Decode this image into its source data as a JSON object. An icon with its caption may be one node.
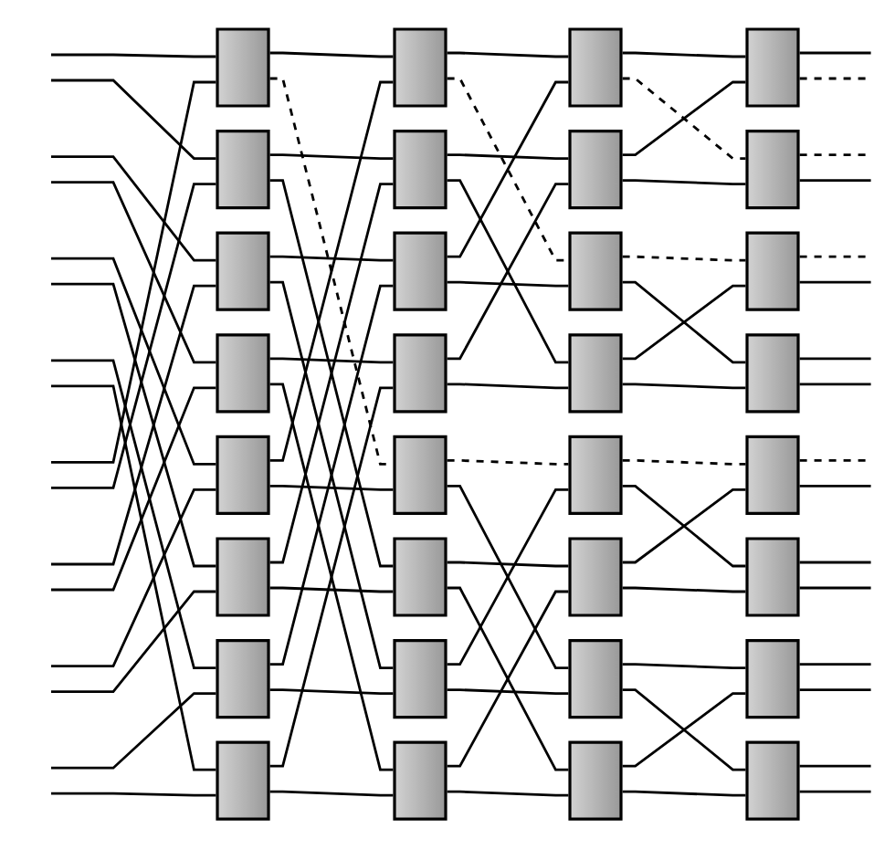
{
  "diagram": {
    "nodes": [
      {
        "text": [],
        "shape": "box"
      },
      {
        "text": [],
        "shape": "box"
      },
      {
        "text": [],
        "shape": "box"
      },
      {
        "text": [],
        "shape": "box"
      },
      {
        "text": [],
        "shape": "box"
      },
      {
        "text": [],
        "shape": "box"
      },
      {
        "text": [],
        "shape": "box"
      },
      {
        "text": [],
        "shape": "box"
      },
      {
        "text": [],
        "shape": "box"
      },
      {
        "text": [],
        "shape": "box"
      },
      {
        "text": [],
        "shape": "box"
      },
      {
        "text": [],
        "shape": "box"
      },
      {
        "text": [],
        "shape": "box"
      },
      {
        "text": [],
        "shape": "box"
      },
      {
        "text": [],
        "shape": "box"
      },
      {
        "text": [],
        "shape": "box"
      },
      {
        "text": [],
        "shape": "box"
      },
      {
        "text": [],
        "shape": "box"
      },
      {
        "text": [],
        "shape": "box"
      },
      {
        "text": [],
        "shape": "box"
      },
      {
        "text": [],
        "shape": "box"
      },
      {
        "text": [],
        "shape": "box"
      },
      {
        "text": [],
        "shape": "box"
      },
      {
        "text": [],
        "shape": "box"
      },
      {
        "text": [],
        "shape": "box"
      },
      {
        "text": [],
        "shape": "box"
      },
      {
        "text": [],
        "shape": "box"
      },
      {
        "text": [],
        "shape": "box"
      },
      {
        "text": [],
        "shape": "box"
      },
      {
        "text": [],
        "shape": "box"
      },
      {
        "text": [],
        "shape": "box"
      },
      {
        "text": [],
        "shape": "box"
      }
    ],
    "edges": [
      {
        "from": null,
        "to": 0,
        "arrow": "none"
      },
      {
        "from": null,
        "to": 1,
        "arrow": "none"
      },
      {
        "from": null,
        "to": 2,
        "arrow": "none"
      },
      {
        "from": null,
        "to": 3,
        "arrow": "none"
      },
      {
        "from": null,
        "to": 4,
        "arrow": "none"
      },
      {
        "from": null,
        "to": 5,
        "arrow": "none"
      },
      {
        "from": null,
        "to": 6,
        "arrow": "none"
      },
      {
        "from": null,
        "to": 7,
        "arrow": "none"
      },
      {
        "from": null,
        "to": 0,
        "arrow": "none"
      },
      {
        "from": null,
        "to": 1,
        "arrow": "none"
      },
      {
        "from": null,
        "to": 2,
        "arrow": "none"
      },
      {
        "from": null,
        "to": 3,
        "arrow": "none"
      },
      {
        "from": null,
        "to": 4,
        "arrow": "none"
      },
      {
        "from": null,
        "to": 5,
        "arrow": "none"
      },
      {
        "from": null,
        "to": 6,
        "arrow": "none"
      },
      {
        "from": null,
        "to": 7,
        "arrow": "none"
      },
      {
        "from": 0,
        "to": 8,
        "arrow": "none"
      },
      {
        "from": 0,
        "to": 12,
        "arrow": "none",
        "style": "dashed"
      },
      {
        "from": 4,
        "to": 8,
        "arrow": "none"
      },
      {
        "from": 4,
        "to": 12,
        "arrow": "none"
      },
      {
        "from": 1,
        "to": 9,
        "arrow": "none"
      },
      {
        "from": 1,
        "to": 13,
        "arrow": "none"
      },
      {
        "from": 5,
        "to": 9,
        "arrow": "none"
      },
      {
        "from": 5,
        "to": 13,
        "arrow": "none"
      },
      {
        "from": 2,
        "to": 10,
        "arrow": "none"
      },
      {
        "from": 2,
        "to": 14,
        "arrow": "none"
      },
      {
        "from": 6,
        "to": 10,
        "arrow": "none"
      },
      {
        "from": 6,
        "to": 14,
        "arrow": "none"
      },
      {
        "from": 3,
        "to": 11,
        "arrow": "none"
      },
      {
        "from": 3,
        "to": 15,
        "arrow": "none"
      },
      {
        "from": 7,
        "to": 11,
        "arrow": "none"
      },
      {
        "from": 7,
        "to": 15,
        "arrow": "none"
      },
      {
        "from": 8,
        "to": 16,
        "arrow": "none"
      },
      {
        "from": 8,
        "to": 18,
        "arrow": "none",
        "style": "dashed"
      },
      {
        "from": 10,
        "to": 16,
        "arrow": "none"
      },
      {
        "from": 10,
        "to": 18,
        "arrow": "none"
      },
      {
        "from": 9,
        "to": 17,
        "arrow": "none"
      },
      {
        "from": 9,
        "to": 19,
        "arrow": "none"
      },
      {
        "from": 11,
        "to": 17,
        "arrow": "none"
      },
      {
        "from": 11,
        "to": 19,
        "arrow": "none"
      },
      {
        "from": 12,
        "to": 20,
        "arrow": "none",
        "style": "dashed"
      },
      {
        "from": 12,
        "to": 22,
        "arrow": "none"
      },
      {
        "from": 14,
        "to": 20,
        "arrow": "none"
      },
      {
        "from": 14,
        "to": 22,
        "arrow": "none"
      },
      {
        "from": 13,
        "to": 21,
        "arrow": "none"
      },
      {
        "from": 13,
        "to": 23,
        "arrow": "none"
      },
      {
        "from": 15,
        "to": 21,
        "arrow": "none"
      },
      {
        "from": 15,
        "to": 23,
        "arrow": "none"
      },
      {
        "from": 16,
        "to": 24,
        "arrow": "none"
      },
      {
        "from": 16,
        "to": 25,
        "arrow": "none",
        "style": "dashed"
      },
      {
        "from": 17,
        "to": 24,
        "arrow": "none"
      },
      {
        "from": 17,
        "to": 25,
        "arrow": "none"
      },
      {
        "from": 18,
        "to": 26,
        "arrow": "none",
        "style": "dashed"
      },
      {
        "from": 18,
        "to": 27,
        "arrow": "none"
      },
      {
        "from": 19,
        "to": 26,
        "arrow": "none"
      },
      {
        "from": 19,
        "to": 27,
        "arrow": "none"
      },
      {
        "from": 20,
        "to": 28,
        "arrow": "none",
        "style": "dashed"
      },
      {
        "from": 20,
        "to": 29,
        "arrow": "none"
      },
      {
        "from": 21,
        "to": 28,
        "arrow": "none"
      },
      {
        "from": 21,
        "to": 29,
        "arrow": "none"
      },
      {
        "from": 22,
        "to": 30,
        "arrow": "none"
      },
      {
        "from": 22,
        "to": 31,
        "arrow": "none"
      },
      {
        "from": 23,
        "to": 30,
        "arrow": "none"
      },
      {
        "from": 23,
        "to": 31,
        "arrow": "none"
      },
      {
        "from": 24,
        "to": null,
        "arrow": "none"
      },
      {
        "from": 24,
        "to": null,
        "arrow": "none",
        "style": "dashed"
      },
      {
        "from": 25,
        "to": null,
        "arrow": "none",
        "style": "dashed"
      },
      {
        "from": 25,
        "to": null,
        "arrow": "none"
      },
      {
        "from": 26,
        "to": null,
        "arrow": "none",
        "style": "dashed"
      },
      {
        "from": 26,
        "to": null,
        "arrow": "none"
      },
      {
        "from": 27,
        "to": null,
        "arrow": "none"
      },
      {
        "from": 27,
        "to": null,
        "arrow": "none"
      },
      {
        "from": 28,
        "to": null,
        "arrow": "none",
        "style": "dashed"
      },
      {
        "from": 28,
        "to": null,
        "arrow": "none"
      },
      {
        "from": 29,
        "to": null,
        "arrow": "none"
      },
      {
        "from": 29,
        "to": null,
        "arrow": "none"
      },
      {
        "from": 30,
        "to": null,
        "arrow": "none"
      },
      {
        "from": 30,
        "to": null,
        "arrow": "none"
      },
      {
        "from": 31,
        "to": null,
        "arrow": "none"
      },
      {
        "from": 31,
        "to": null,
        "arrow": "none"
      }
    ]
  }
}
